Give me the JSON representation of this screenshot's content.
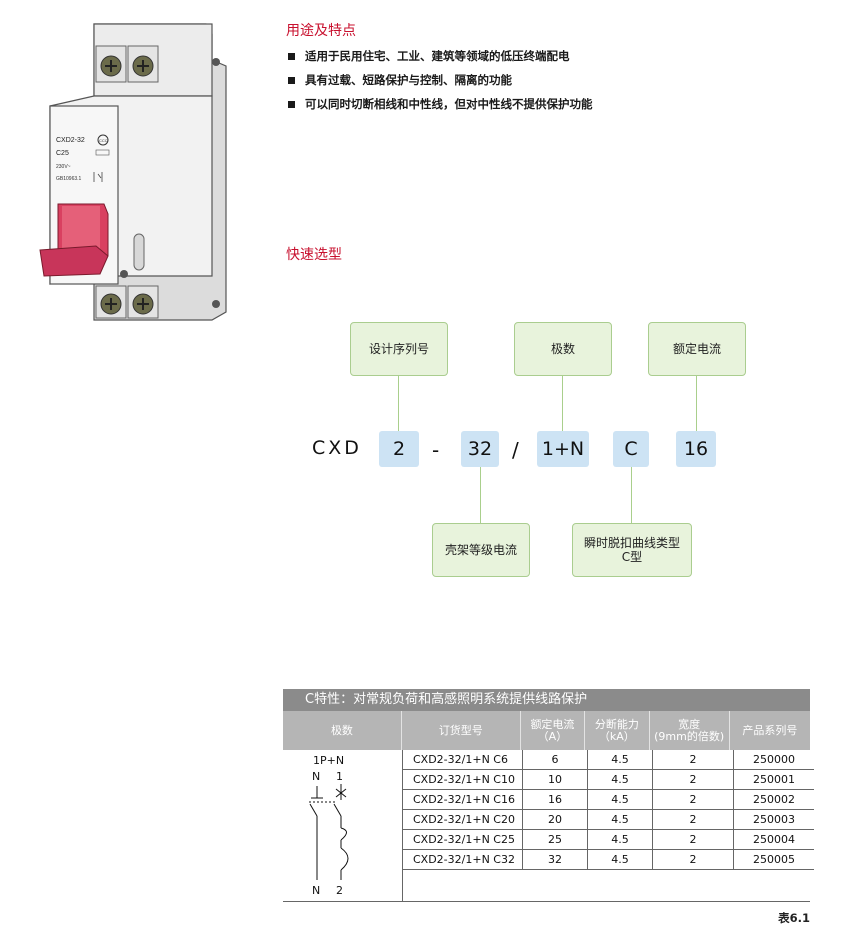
{
  "product": {
    "model_text": "CXD2-32",
    "rating_text": "C25",
    "voltage_text": "230V~",
    "standard_text": "GB10963.1",
    "cert_mark": "CCC"
  },
  "features": {
    "title": "用途及特点",
    "items": [
      "适用于民用住宅、工业、建筑等领域的低压终端配电",
      "具有过载、短路保护与控制、隔离的功能",
      "可以同时切断相线和中性线，但对中性线不提供保护功能"
    ]
  },
  "quick_select": {
    "title": "快速选型",
    "code_prefix": "CXD",
    "segments": [
      "2",
      "-",
      "32",
      "/",
      "1+N",
      "C",
      "16"
    ],
    "labels_top": [
      "设计序列号",
      "极数",
      "额定电流"
    ],
    "labels_bottom": [
      "壳架等级电流",
      "瞬时脱扣曲线类型\nC型"
    ],
    "colors": {
      "label_bg": "#e8f3dc",
      "label_border": "#aacd8f",
      "code_bg": "#cde3f4",
      "title_red": "#c8102e"
    }
  },
  "table": {
    "title": "C特性：对常规负荷和高感照明系统提供线路保护",
    "headers": [
      "极数",
      "订货型号",
      "额定电流\n（A）",
      "分断能力\n（kA）",
      "宽度\n(9mm的倍数)",
      "产品系列号"
    ],
    "pole_label": "1P+N",
    "diagram_labels": {
      "top_left": "N",
      "top_right": "1",
      "bottom_left": "N",
      "bottom_right": "2"
    },
    "rows": [
      [
        "CXD2-32/1+N C6",
        "6",
        "4.5",
        "2",
        "250000"
      ],
      [
        "CXD2-32/1+N C10",
        "10",
        "4.5",
        "2",
        "250001"
      ],
      [
        "CXD2-32/1+N C16",
        "16",
        "4.5",
        "2",
        "250002"
      ],
      [
        "CXD2-32/1+N C20",
        "20",
        "4.5",
        "2",
        "250003"
      ],
      [
        "CXD2-32/1+N C25",
        "25",
        "4.5",
        "2",
        "250004"
      ],
      [
        "CXD2-32/1+N C32",
        "32",
        "4.5",
        "2",
        "250005"
      ]
    ],
    "caption": "表6.1"
  }
}
